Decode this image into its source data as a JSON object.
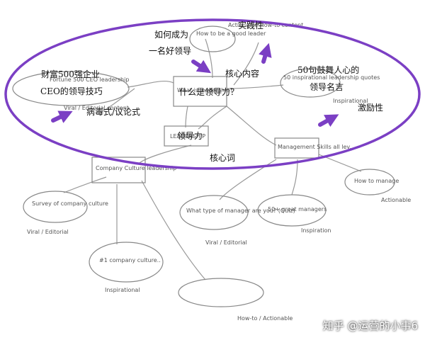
{
  "colors": {
    "accent": "#7b3fc4",
    "sketch": "#888888"
  },
  "central": {
    "en": "What is leadership?",
    "zh": "什么是领导力？"
  },
  "core_content": "核心内容",
  "keyword_box": {
    "en": "LEADERSHIP",
    "zh": "领导力"
  },
  "keyword_label": "核心词",
  "branches": {
    "top_left": {
      "en": "How to be a good leader",
      "zh": "如何成为一名好领导"
    },
    "top_right": {
      "en": "Actionable How-to content",
      "zh": "实践性"
    },
    "left": {
      "en": "Fortune 500 CEO leadership",
      "zh": "财富500强企业CEO的领导技巧"
    },
    "left_sub": {
      "en": "Viral / Editorial content",
      "zh": "病毒式/议论式"
    },
    "right": {
      "en": "50 inspirational leadership quotes",
      "zh": "50句鼓舞人心的领导名言"
    },
    "right_sub": {
      "en": "Inspirational",
      "zh": "激励性"
    }
  },
  "lower": {
    "company_culture": "Company Culture leadership",
    "management": "Management Skills all lev...",
    "survey": "Survey of company culture",
    "survey_sub": "Viral / Editorial",
    "hashtag": "#1 company culture..",
    "hashtag_sub": "Inspirational",
    "what_type": "What type of manager are you? (Quiz)",
    "what_type_sub": "Viral / Editorial",
    "great_managers": "50+ great managers",
    "great_sub": "Inspiration",
    "how_to": "How to manage",
    "how_to_sub": "Actionable",
    "blank_sub": "How-to / Actionable"
  },
  "watermark": "知乎 @运营的小事6"
}
